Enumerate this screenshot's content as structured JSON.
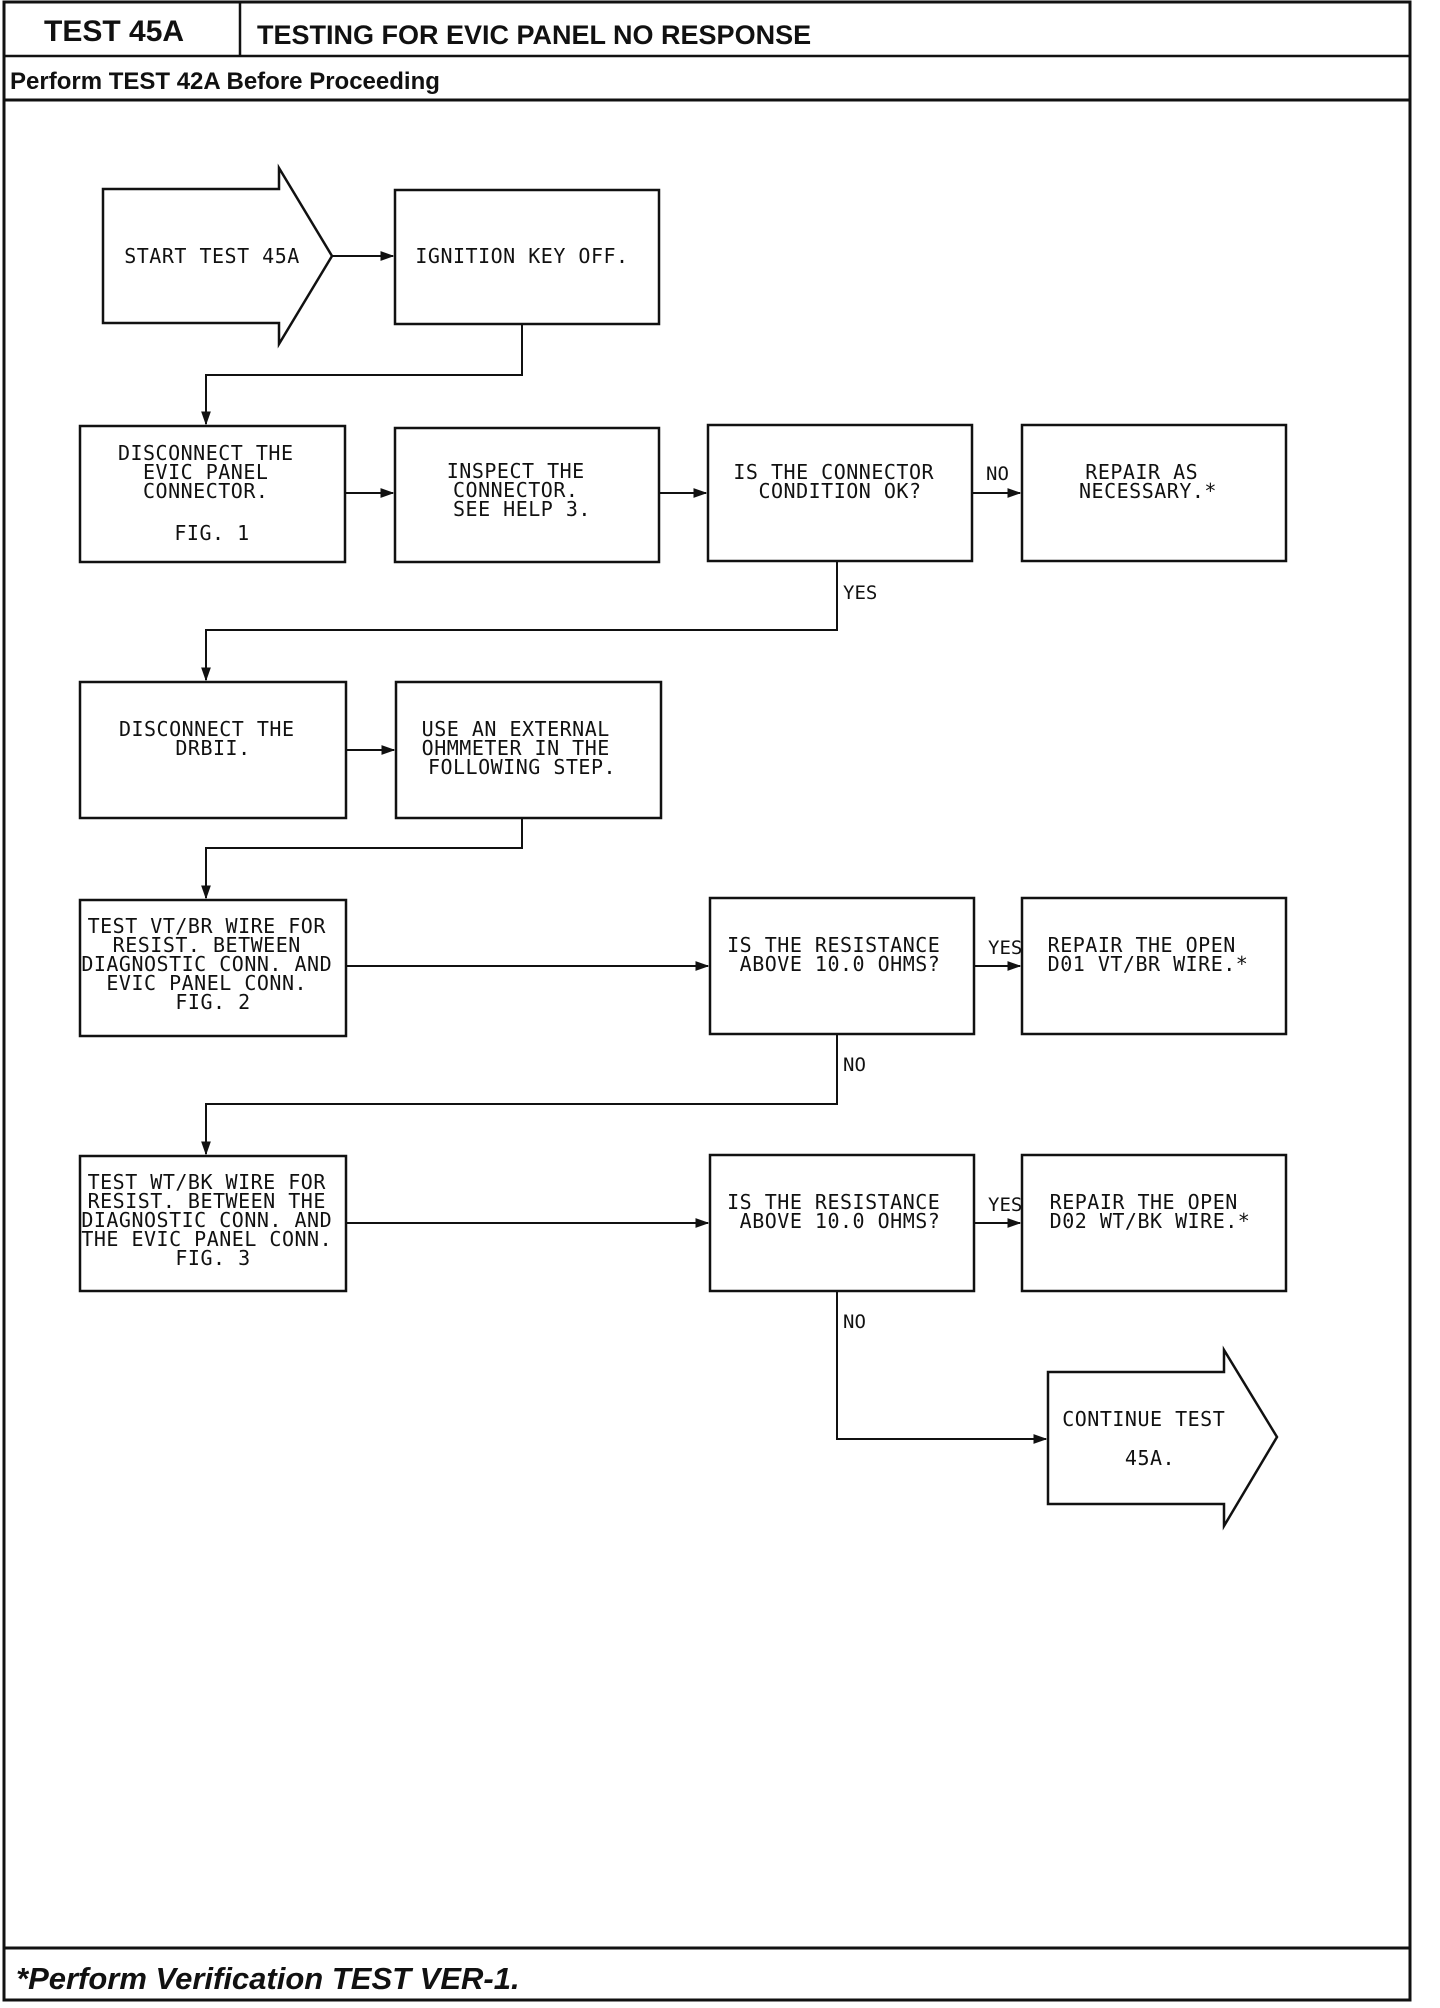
{
  "header": {
    "test_id": "TEST 45A",
    "title": "TESTING FOR EVIC PANEL NO RESPONSE",
    "subtitle": "Perform TEST 42A Before Proceeding"
  },
  "nodes": {
    "start": [
      "START TEST 45A"
    ],
    "ignition_off": [
      "IGNITION KEY OFF."
    ],
    "disconnect_evic": [
      "DISCONNECT THE",
      "EVIC PANEL",
      "CONNECTOR.",
      "",
      "FIG. 1"
    ],
    "inspect_connector": [
      "INSPECT THE",
      "CONNECTOR.",
      "SEE HELP 3."
    ],
    "connector_ok": [
      "IS THE CONNECTOR",
      "CONDITION OK?"
    ],
    "repair_necessary": [
      "REPAIR AS",
      "NECESSARY.*"
    ],
    "disconnect_drbii": [
      "DISCONNECT THE",
      "DRBII."
    ],
    "use_ohmmeter": [
      "USE AN EXTERNAL",
      "OHMMETER IN THE",
      "FOLLOWING STEP."
    ],
    "test_vtbr": [
      "TEST VT/BR WIRE FOR",
      "RESIST. BETWEEN",
      "DIAGNOSTIC CONN. AND",
      "EVIC PANEL CONN.",
      "FIG. 2"
    ],
    "resistance_q1": [
      "IS THE RESISTANCE",
      "ABOVE 10.0 OHMS?"
    ],
    "repair_d01": [
      "REPAIR THE OPEN",
      "D01 VT/BR WIRE.*"
    ],
    "test_wtbk": [
      "TEST WT/BK WIRE FOR",
      "RESIST. BETWEEN THE",
      "DIAGNOSTIC CONN. AND",
      "THE EVIC PANEL CONN.",
      "FIG. 3"
    ],
    "resistance_q2": [
      "IS THE RESISTANCE",
      "ABOVE 10.0 OHMS?"
    ],
    "repair_d02": [
      "REPAIR THE OPEN",
      "D02 WT/BK WIRE.*"
    ],
    "continue": [
      "CONTINUE TEST",
      "",
      "45A."
    ]
  },
  "edge_labels": {
    "no_1": "NO",
    "yes_1": "YES",
    "yes_2": "YES",
    "no_2": "NO",
    "yes_3": "YES",
    "no_3": "NO"
  },
  "footer": {
    "note": "*Perform Verification TEST VER-1."
  }
}
